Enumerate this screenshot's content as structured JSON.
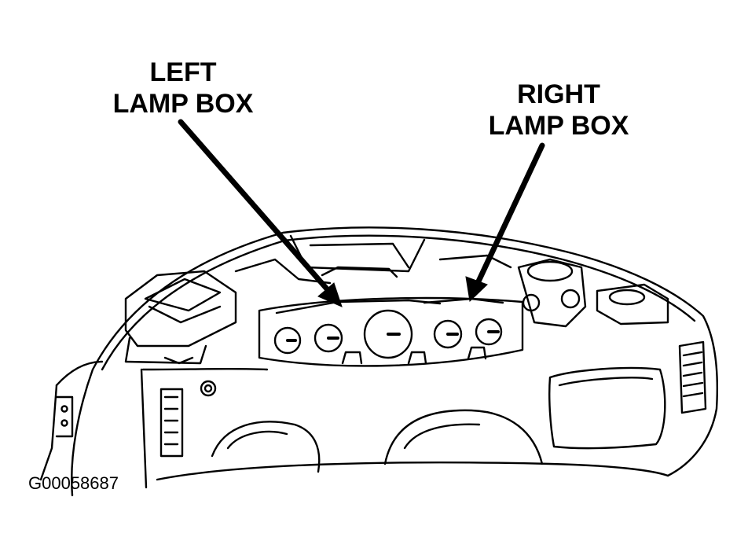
{
  "callouts": {
    "left": {
      "line1": "LEFT",
      "line2": "LAMP BOX"
    },
    "right": {
      "line1": "RIGHT",
      "line2": "LAMP BOX"
    }
  },
  "figure_id": "G00058687"
}
